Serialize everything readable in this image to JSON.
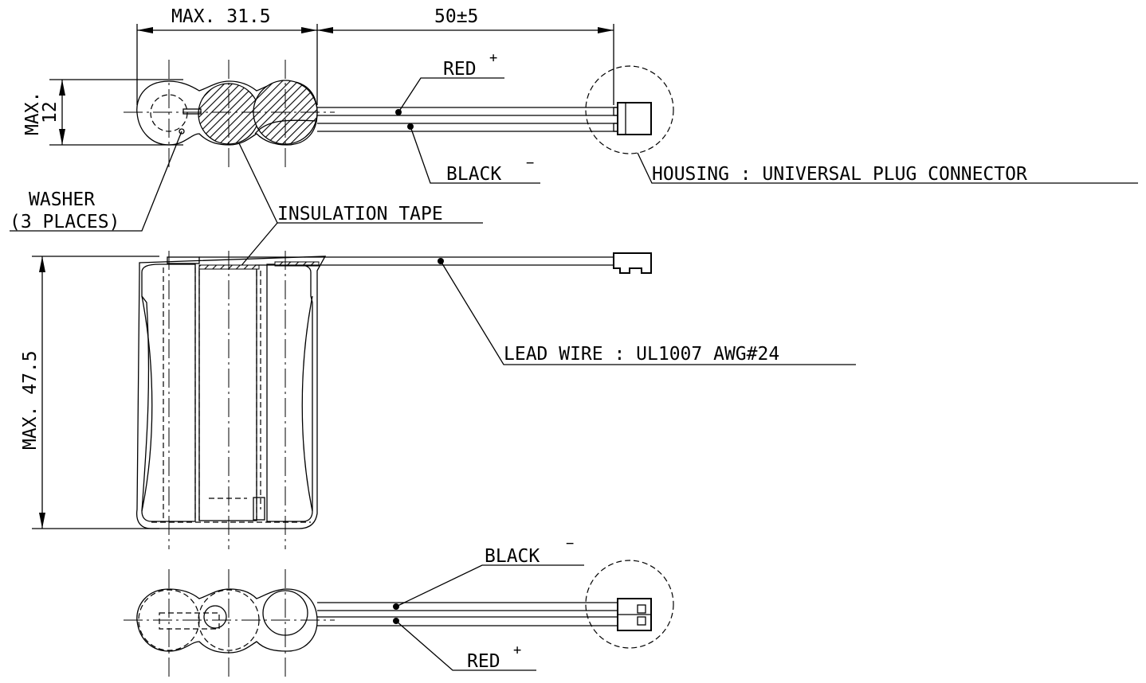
{
  "dimensions": {
    "width_max": "MAX. 31.5",
    "lead_length": "50±5",
    "thickness_max_line1": "MAX.",
    "thickness_max_line2": "12",
    "height_max": "MAX. 47.5"
  },
  "labels": {
    "red": "RED",
    "red_sign": "+",
    "black": "BLACK",
    "black_sign": "−",
    "washer_line1": "WASHER",
    "washer_line2": "(3 PLACES)",
    "insulation_tape": "INSULATION TAPE",
    "housing": "HOUSING : UNIVERSAL PLUG CONNECTOR",
    "lead_wire": "LEAD WIRE : UL1007 AWG#24",
    "bottom_black": "BLACK",
    "bottom_black_sign": "−",
    "bottom_red": "RED",
    "bottom_red_sign": "+"
  }
}
